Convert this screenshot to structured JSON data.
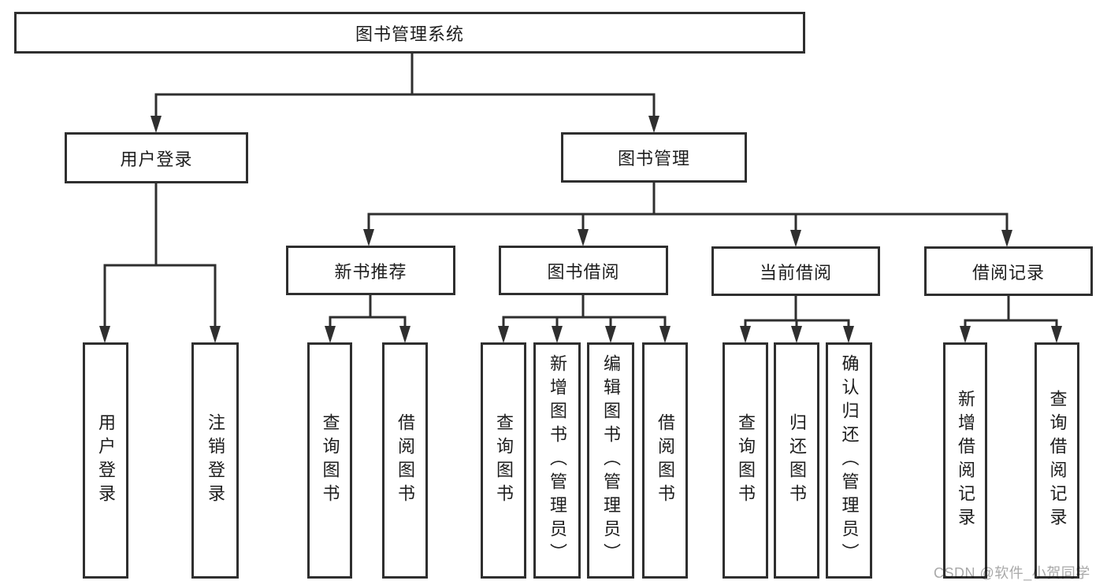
{
  "diagram": {
    "root": {
      "label": "图书管理系统"
    },
    "branches": [
      {
        "label": "用户登录",
        "children": [
          "用户登录",
          "注销登录"
        ]
      },
      {
        "label": "图书管理",
        "sections": [
          {
            "label": "新书推荐",
            "children": [
              "查询图书",
              "借阅图书"
            ]
          },
          {
            "label": "图书借阅",
            "children": [
              "查询图书",
              "新增图书（管理员）",
              "编辑图书（管理员）",
              "借阅图书"
            ]
          },
          {
            "label": "当前借阅",
            "children": [
              "查询图书",
              "归还图书",
              "确认归还（管理员）"
            ]
          },
          {
            "label": "借阅记录",
            "children": [
              "新增借阅记录",
              "查询借阅记录"
            ]
          }
        ]
      }
    ]
  },
  "watermark": {
    "text": "CSDN @软件_小贺同学"
  },
  "colors": {
    "line": "#2f2f2f",
    "text": "#1d1d1d",
    "watermark": "#a9a9a9",
    "background": "#ffffff"
  }
}
